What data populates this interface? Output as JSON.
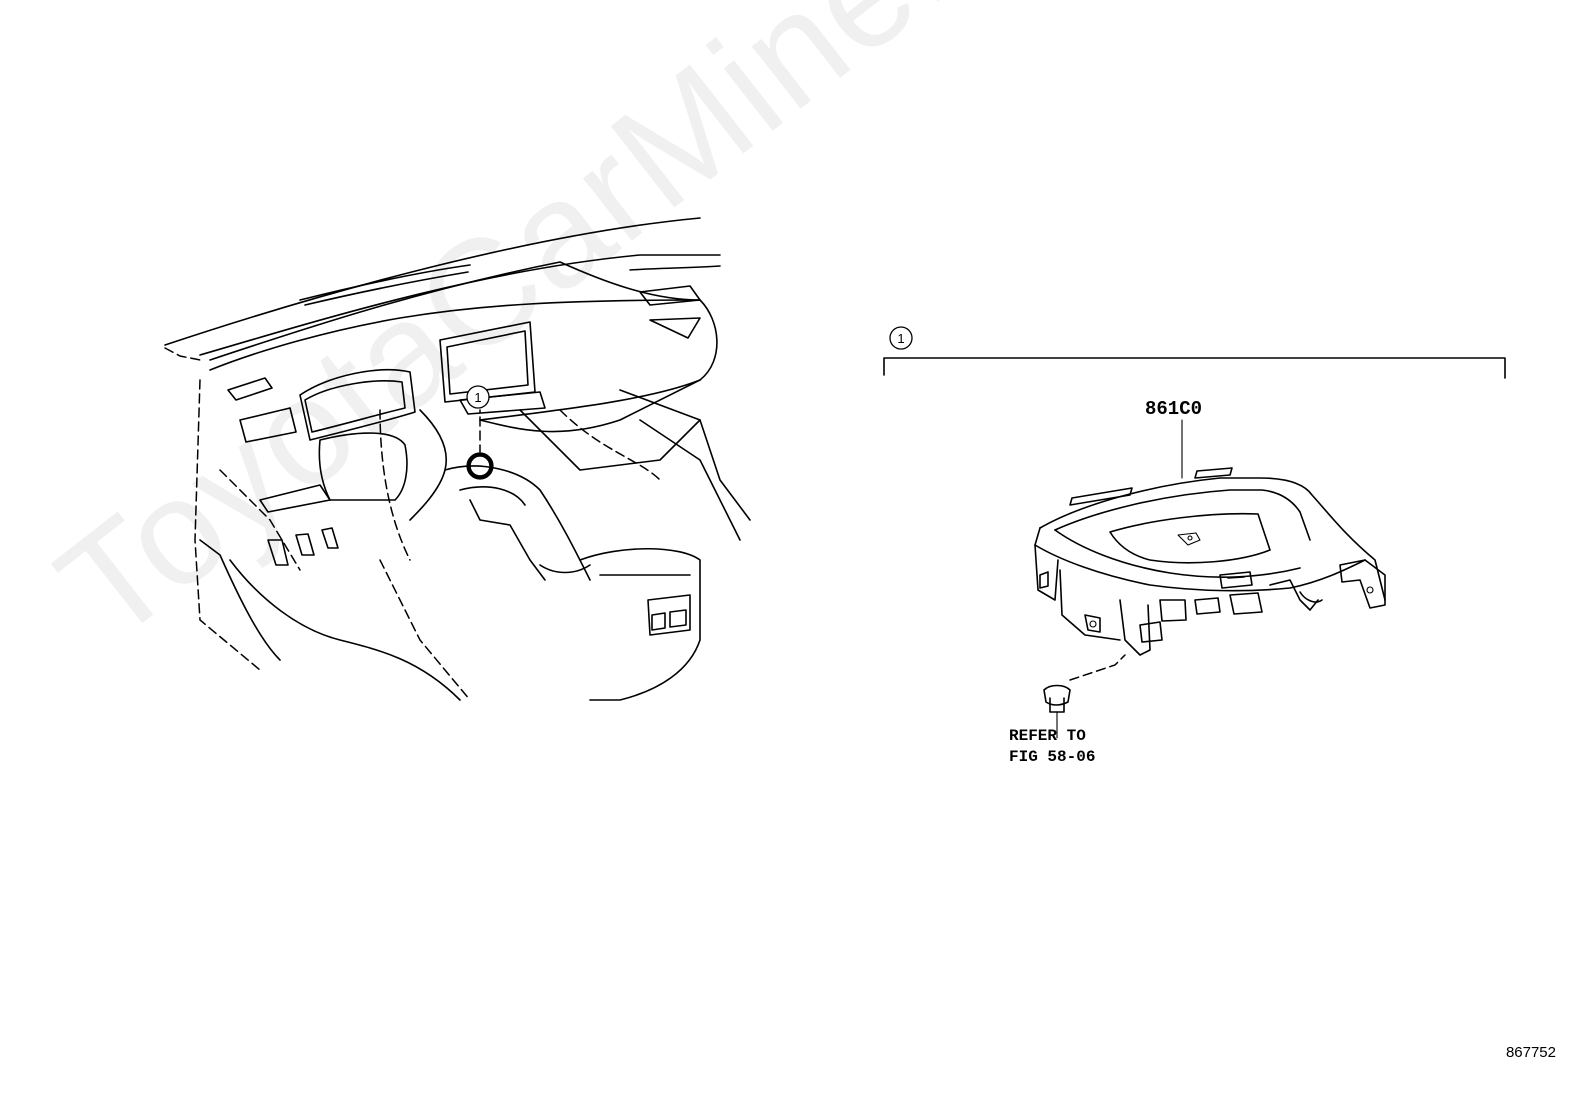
{
  "watermark": "ToyotaCarMine.ru",
  "callouts": {
    "overview_marker": "1",
    "bracket_marker": "1"
  },
  "part": {
    "number": "861C0",
    "refer_line1": "REFER TO",
    "refer_line2": "FIG 58-06"
  },
  "figure_id": "867752"
}
